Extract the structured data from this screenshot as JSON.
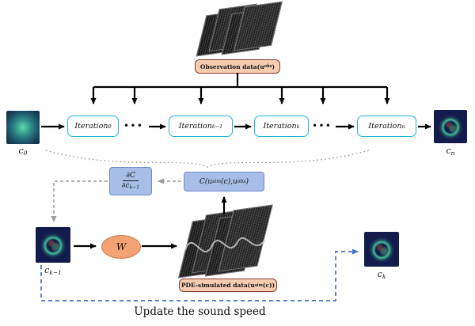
{
  "figure": {
    "caption": "Update the sound speed"
  },
  "observation": {
    "label_pre": "Observation data(",
    "label_var": "u",
    "label_sub": "obs",
    "label_post": ")"
  },
  "iterations": {
    "dots": "•••",
    "items": [
      {
        "base": "Iteration",
        "sub": "0"
      },
      {
        "base": "Iteration",
        "sub": "k−1"
      },
      {
        "base": "Iteration",
        "sub": "k"
      },
      {
        "base": "Iteration",
        "sub": "n"
      }
    ]
  },
  "speed_maps": {
    "c0": {
      "base": "c",
      "sub": "0"
    },
    "cn": {
      "base": "c",
      "sub": "n"
    },
    "ck_prev": {
      "base": "c",
      "sub": "k−1"
    },
    "ck": {
      "base": "c",
      "sub": "k"
    }
  },
  "loss": {
    "p1": "C(",
    "p2": "u",
    "p3": "sim",
    "p4": "(c), ",
    "p5": "u",
    "p6": "obs",
    "p7": ")"
  },
  "gradient": {
    "num": "∂C",
    "den": "∂c",
    "den_sub": "k−1"
  },
  "wave_operator": {
    "label": "W"
  },
  "pde": {
    "label_pre": "PDE-simulated data(",
    "label_var": "u",
    "label_sub": "sim",
    "label_post": "(c))"
  },
  "colors": {
    "iteration_border": "#22b3d6",
    "data_box_bg": "#f7cdb2",
    "loss_box_bg": "#a8bee7",
    "operator_bg": "#f3a273",
    "dashed_gray": "#9a9a9a",
    "dashed_blue": "#4472c4"
  }
}
